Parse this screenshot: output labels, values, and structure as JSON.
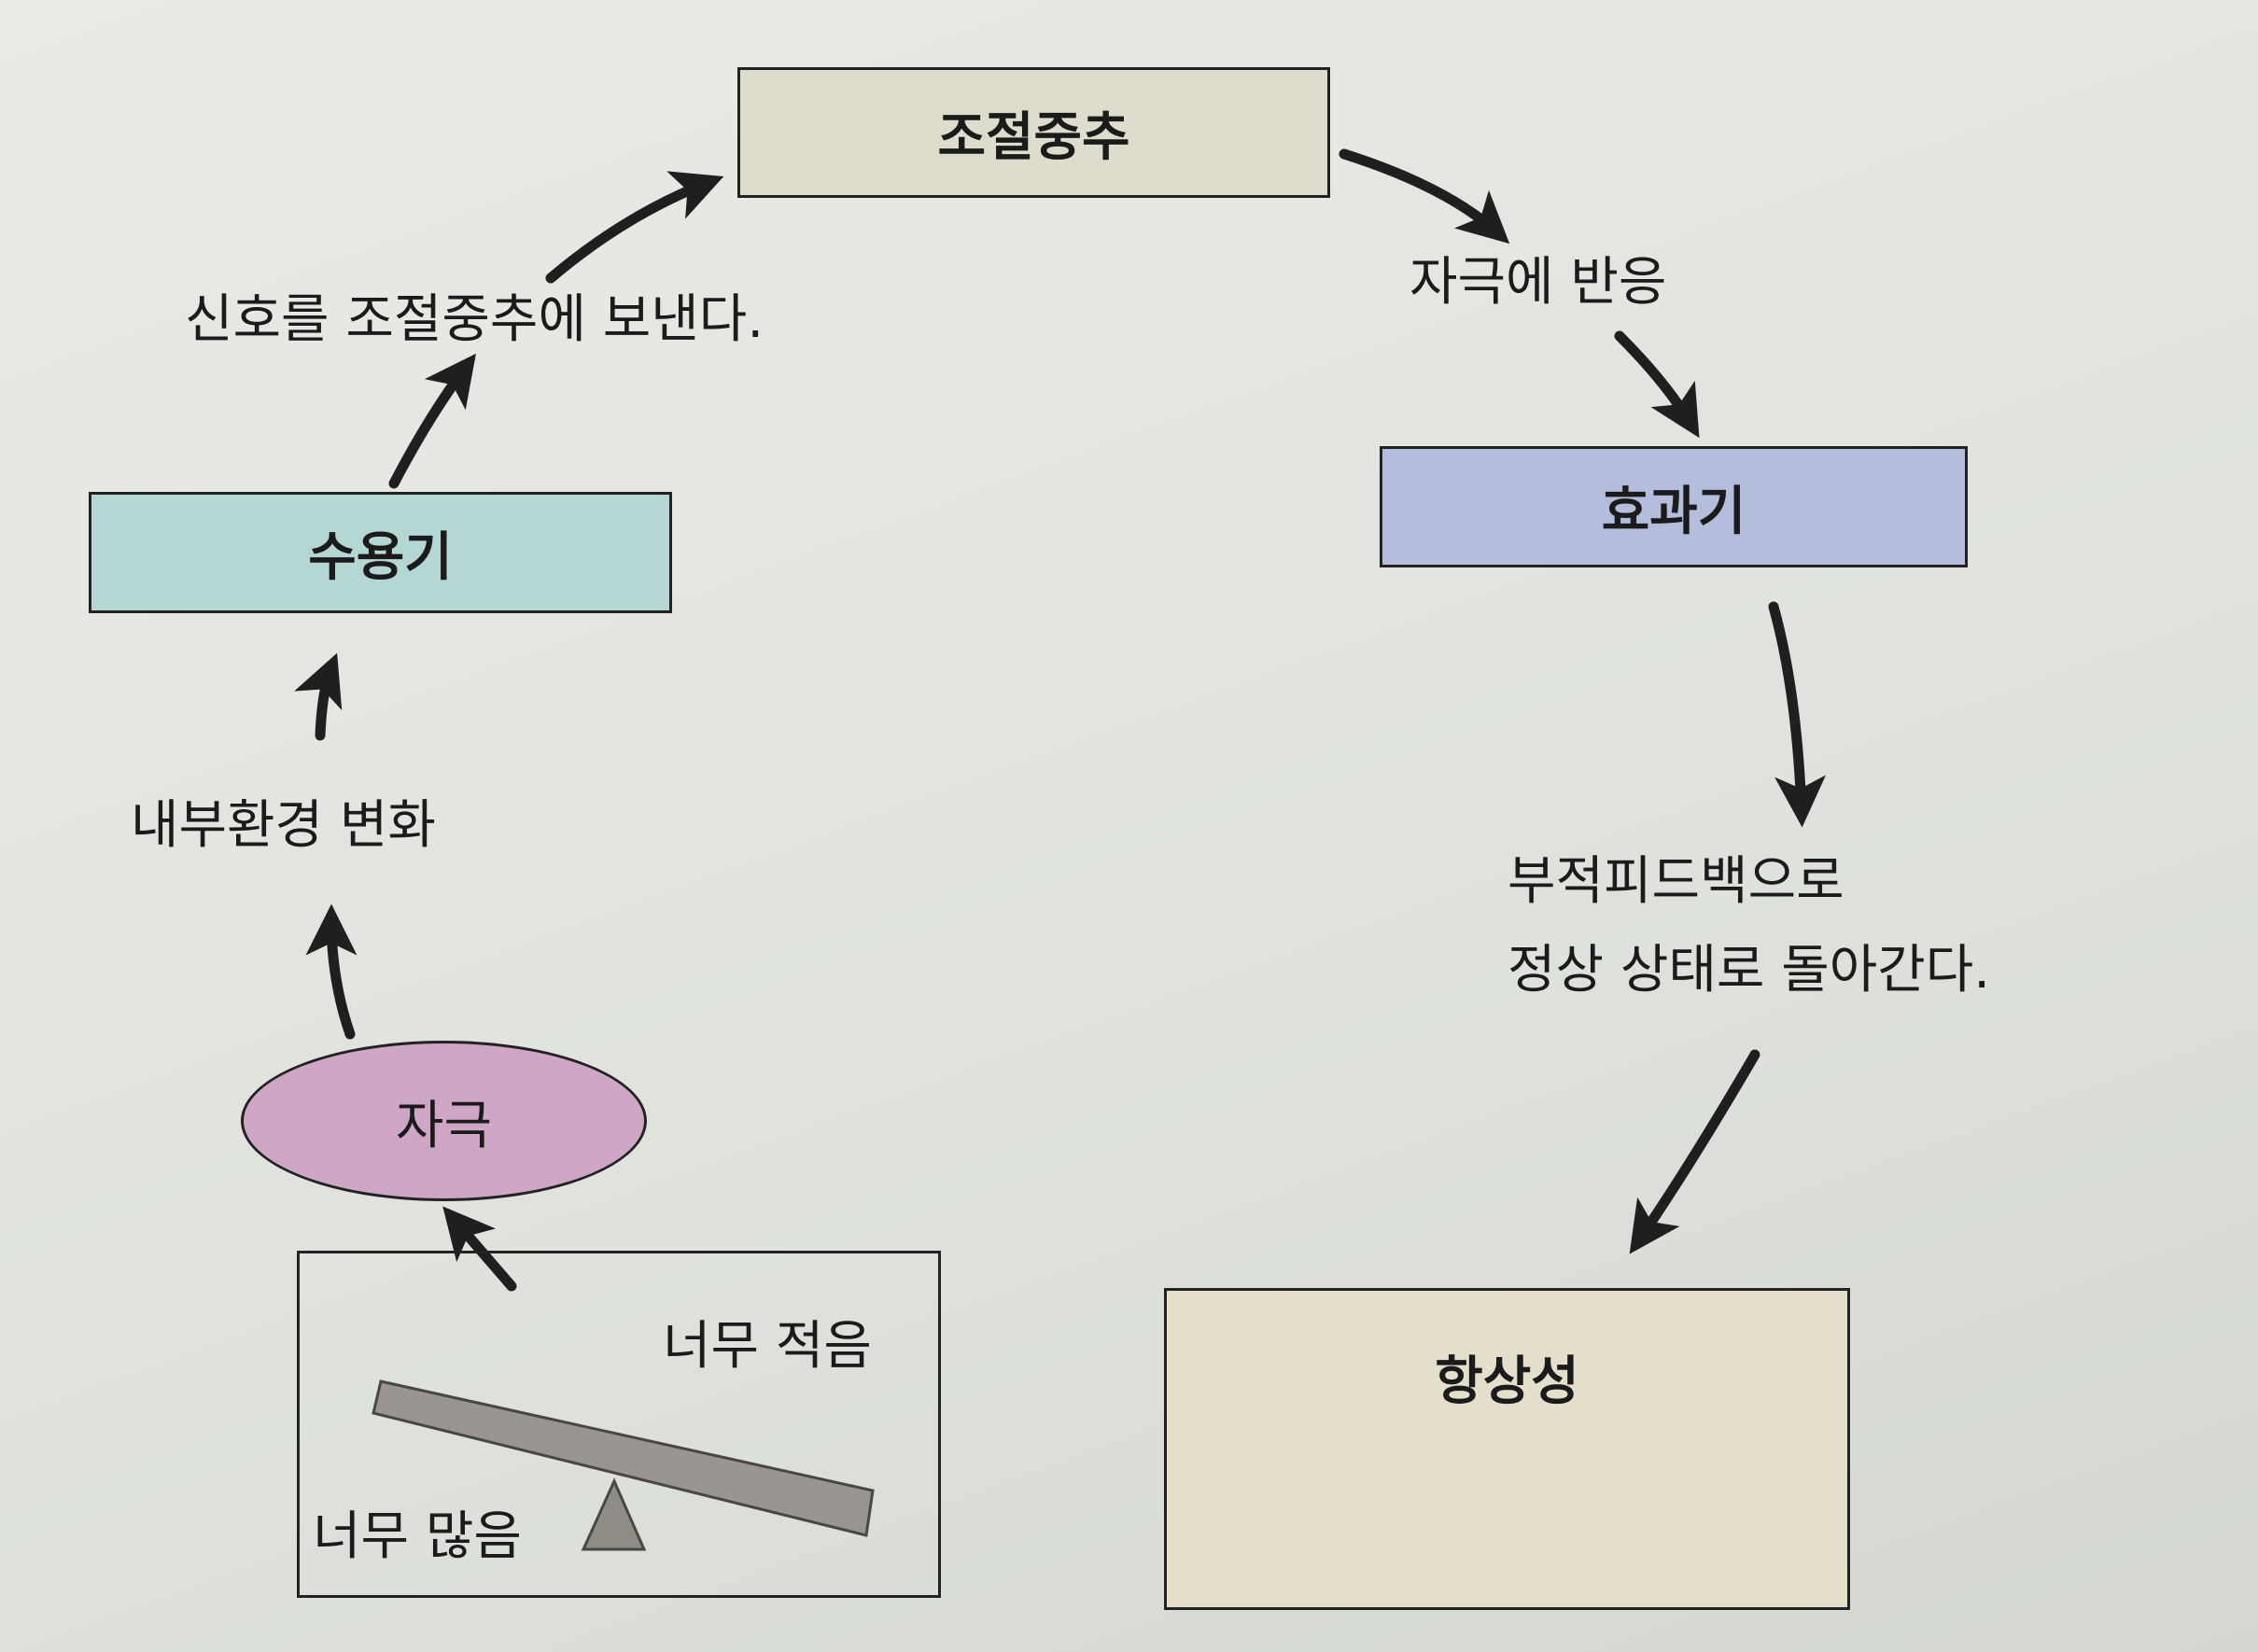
{
  "nodes": {
    "control_center": {
      "label": "조절중추",
      "color": "#dddccd"
    },
    "receptor": {
      "label": "수용기",
      "color": "#b5d7d4"
    },
    "effector": {
      "label": "효과기",
      "color": "#b5bddc"
    },
    "stimulus": {
      "label": "자극",
      "color": "#cfa6c6"
    },
    "homeostasis": {
      "label": "항상성",
      "color": "#e3dfcb"
    }
  },
  "labels": {
    "send_signal": "신호를 조절중추에 보낸다.",
    "respond": "자극에 반응",
    "feedback_line1": "부적피드백으로",
    "feedback_line2": "정상 상태로 돌아간다.",
    "internal_change": "내부환경 변화",
    "too_little": "너무 적음",
    "too_much": "너무 많음"
  },
  "colors": {
    "arrow": "#1f1f1f",
    "box_border": "#222222",
    "seesaw_fill": "#9a9590",
    "fulcrum_fill": "#8f8c86"
  }
}
